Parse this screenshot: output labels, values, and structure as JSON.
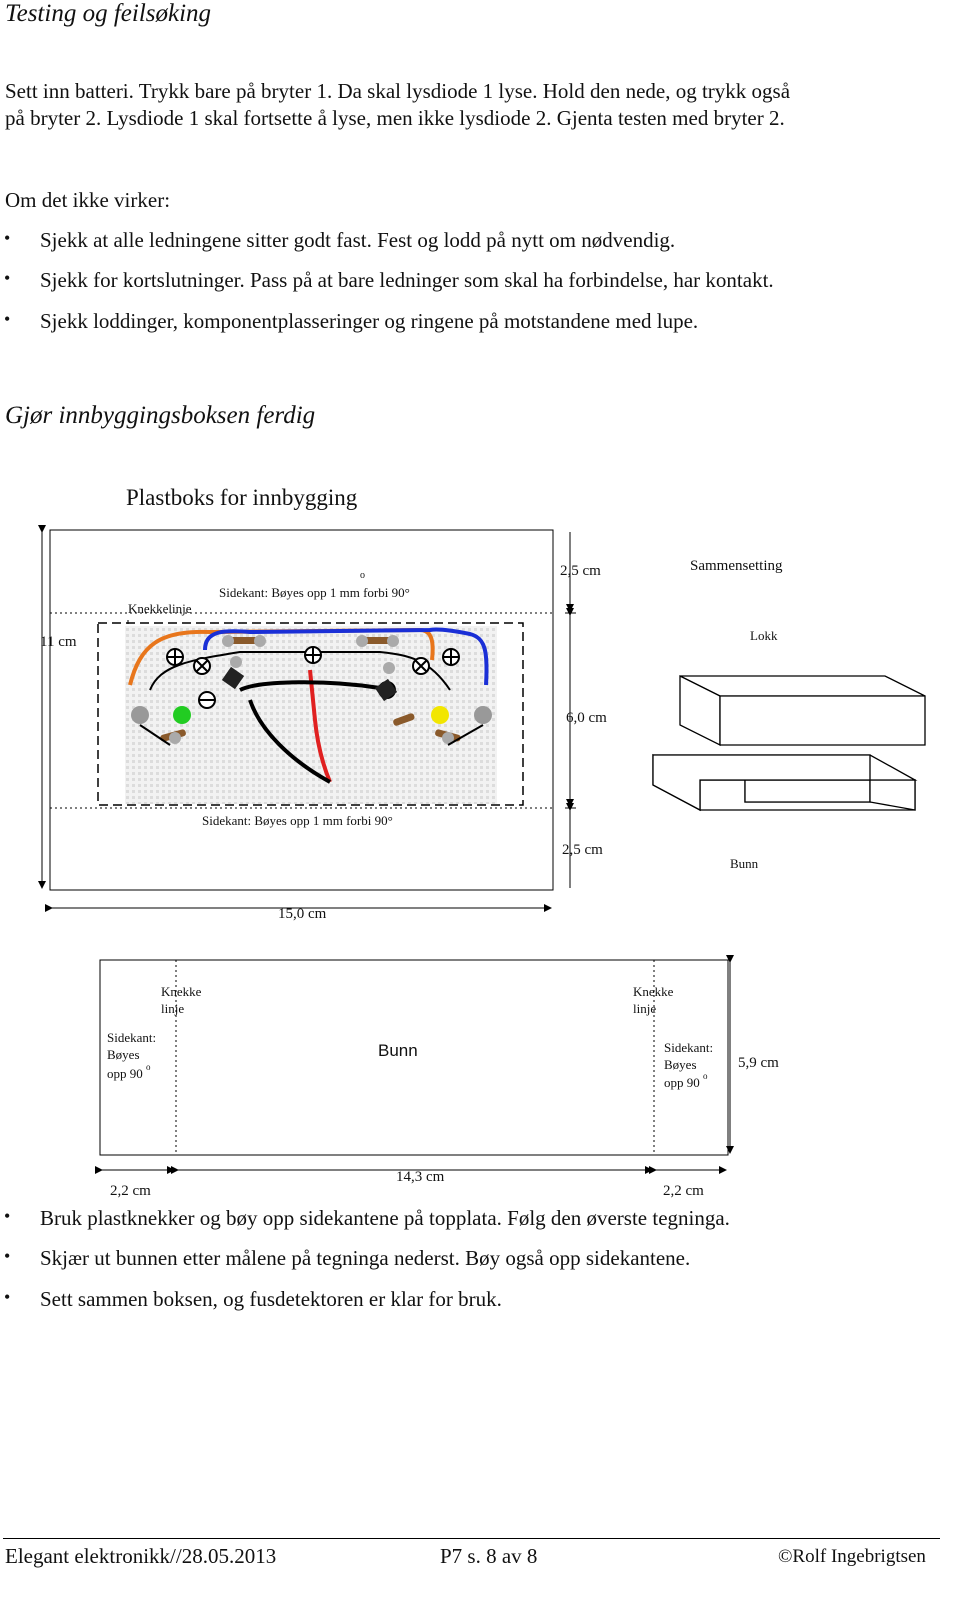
{
  "section1": {
    "heading": "Testing og feilsøking",
    "para_line1": "Sett inn batteri. Trykk bare på bryter 1. Da skal lysdiode 1 lyse. Hold den nede, og trykk også",
    "para_line2": "på bryter 2. Lysdiode 1 skal fortsette å lyse, men ikke lysdiode 2. Gjenta testen med bryter 2.",
    "if_not_works": "Om det ikke virker:",
    "bullets": [
      "Sjekk at alle ledningene sitter godt fast. Fest og lodd på nytt om nødvendig.",
      "Sjekk for kortslutninger. Pass på at bare ledninger som skal ha forbindelse, har kontakt.",
      "Sjekk loddinger, komponentplasseringer og ringene på motstandene med lupe."
    ]
  },
  "section2": {
    "heading": "Gjør innbyggingsboksen ferdig",
    "figure_title": "Plastboks for innbygging",
    "top_plate": {
      "height_label": "11 cm",
      "width_label": "15,0 cm",
      "bend_line_label": "Knekkelinje",
      "side_top_label": "Sidekant: Bøyes opp 1 mm forbi 90°",
      "side_bottom_label": "Sidekant: Bøyes opp 1 mm forbi 90°",
      "degree_mark": "o",
      "dim_top": "2,5 cm",
      "dim_mid": "6,0 cm",
      "dim_bottom": "2,5 cm"
    },
    "assembly": {
      "title": "Sammensetting",
      "lid_label": "Lokk",
      "bottom_label": "Bunn"
    },
    "bottom_plate": {
      "bend_left_1": "Knekke",
      "bend_left_2": "linje",
      "bend_right_1": "Knekke",
      "bend_right_2": "linje",
      "side_left_1": "Sidekant:",
      "side_left_2": "Bøyes",
      "side_left_3": "opp 90",
      "side_right_1": "Sidekant:",
      "side_right_2": "Bøyes",
      "side_right_3": "opp 90",
      "deg": "o",
      "center_label": "Bunn",
      "height_label": "5,9 cm",
      "width_label": "14,3 cm",
      "left_margin": "2,2 cm",
      "right_margin": "2,2 cm"
    },
    "bullets": [
      "Bruk plastknekker og bøy opp sidekantene på topplata. Følg den øverste tegninga.",
      "Skjær ut bunnen etter målene på tegninga nederst. Bøy også opp sidekantene.",
      "Sett sammen boksen, og fusdetektoren er klar for bruk."
    ]
  },
  "footer": {
    "left": "Elegant elektronikk//28.05.2013",
    "center": "P7 s. 8  av 8",
    "right": "©Rolf Ingebrigtsen"
  },
  "colors": {
    "wire_orange": "#e8761c",
    "wire_blue": "#1a2fd6",
    "wire_red": "#e02020",
    "led_green": "#22cc22",
    "led_yellow": "#f2e600"
  }
}
